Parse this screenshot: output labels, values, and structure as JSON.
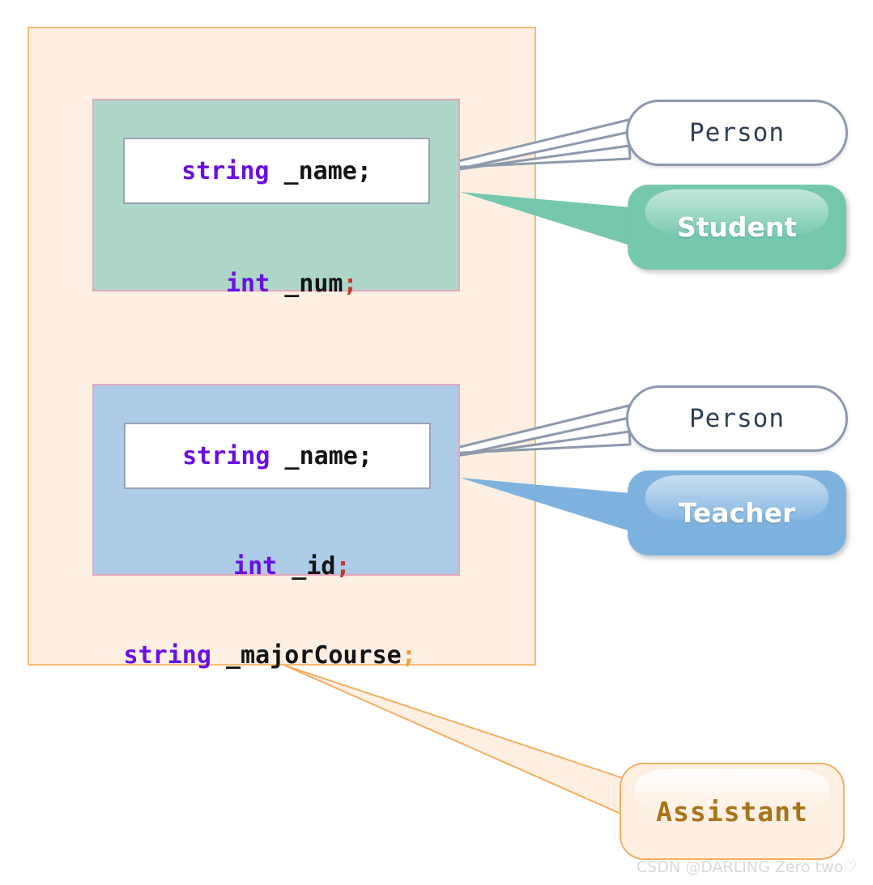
{
  "diagram": {
    "title": "C++ inheritance member-layout diagram",
    "outer_container": {
      "fill_color": "#fdf0e3",
      "border_color": "#f6bc72"
    },
    "groups": [
      {
        "id": "student-group",
        "fill_color": "#aed7c9",
        "border_color": "#e3a8bb",
        "inherited_field": {
          "keyword": "string",
          "identifier": " _name",
          "terminator": ";"
        },
        "own_field": {
          "keyword": "int",
          "identifier": " _num",
          "terminator": ";"
        },
        "base_callout": "Person",
        "derived_badge": "Student",
        "badge_color": "#75c8ae"
      },
      {
        "id": "teacher-group",
        "fill_color": "#aecbe8",
        "border_color": "#e3a8bb",
        "inherited_field": {
          "keyword": "string",
          "identifier": " _name",
          "terminator": ";"
        },
        "own_field": {
          "keyword": "int",
          "identifier": " _id",
          "terminator": ";"
        },
        "base_callout": "Person",
        "derived_badge": "Teacher",
        "badge_color": "#7fb3df"
      }
    ],
    "assistant_field": {
      "keyword": "string",
      "identifier": " _majorCourse",
      "terminator": ";"
    },
    "assistant_callout": "Assistant",
    "assistant_color": "#a8731a"
  },
  "watermark": "CSDN @DARLING Zero two♡"
}
